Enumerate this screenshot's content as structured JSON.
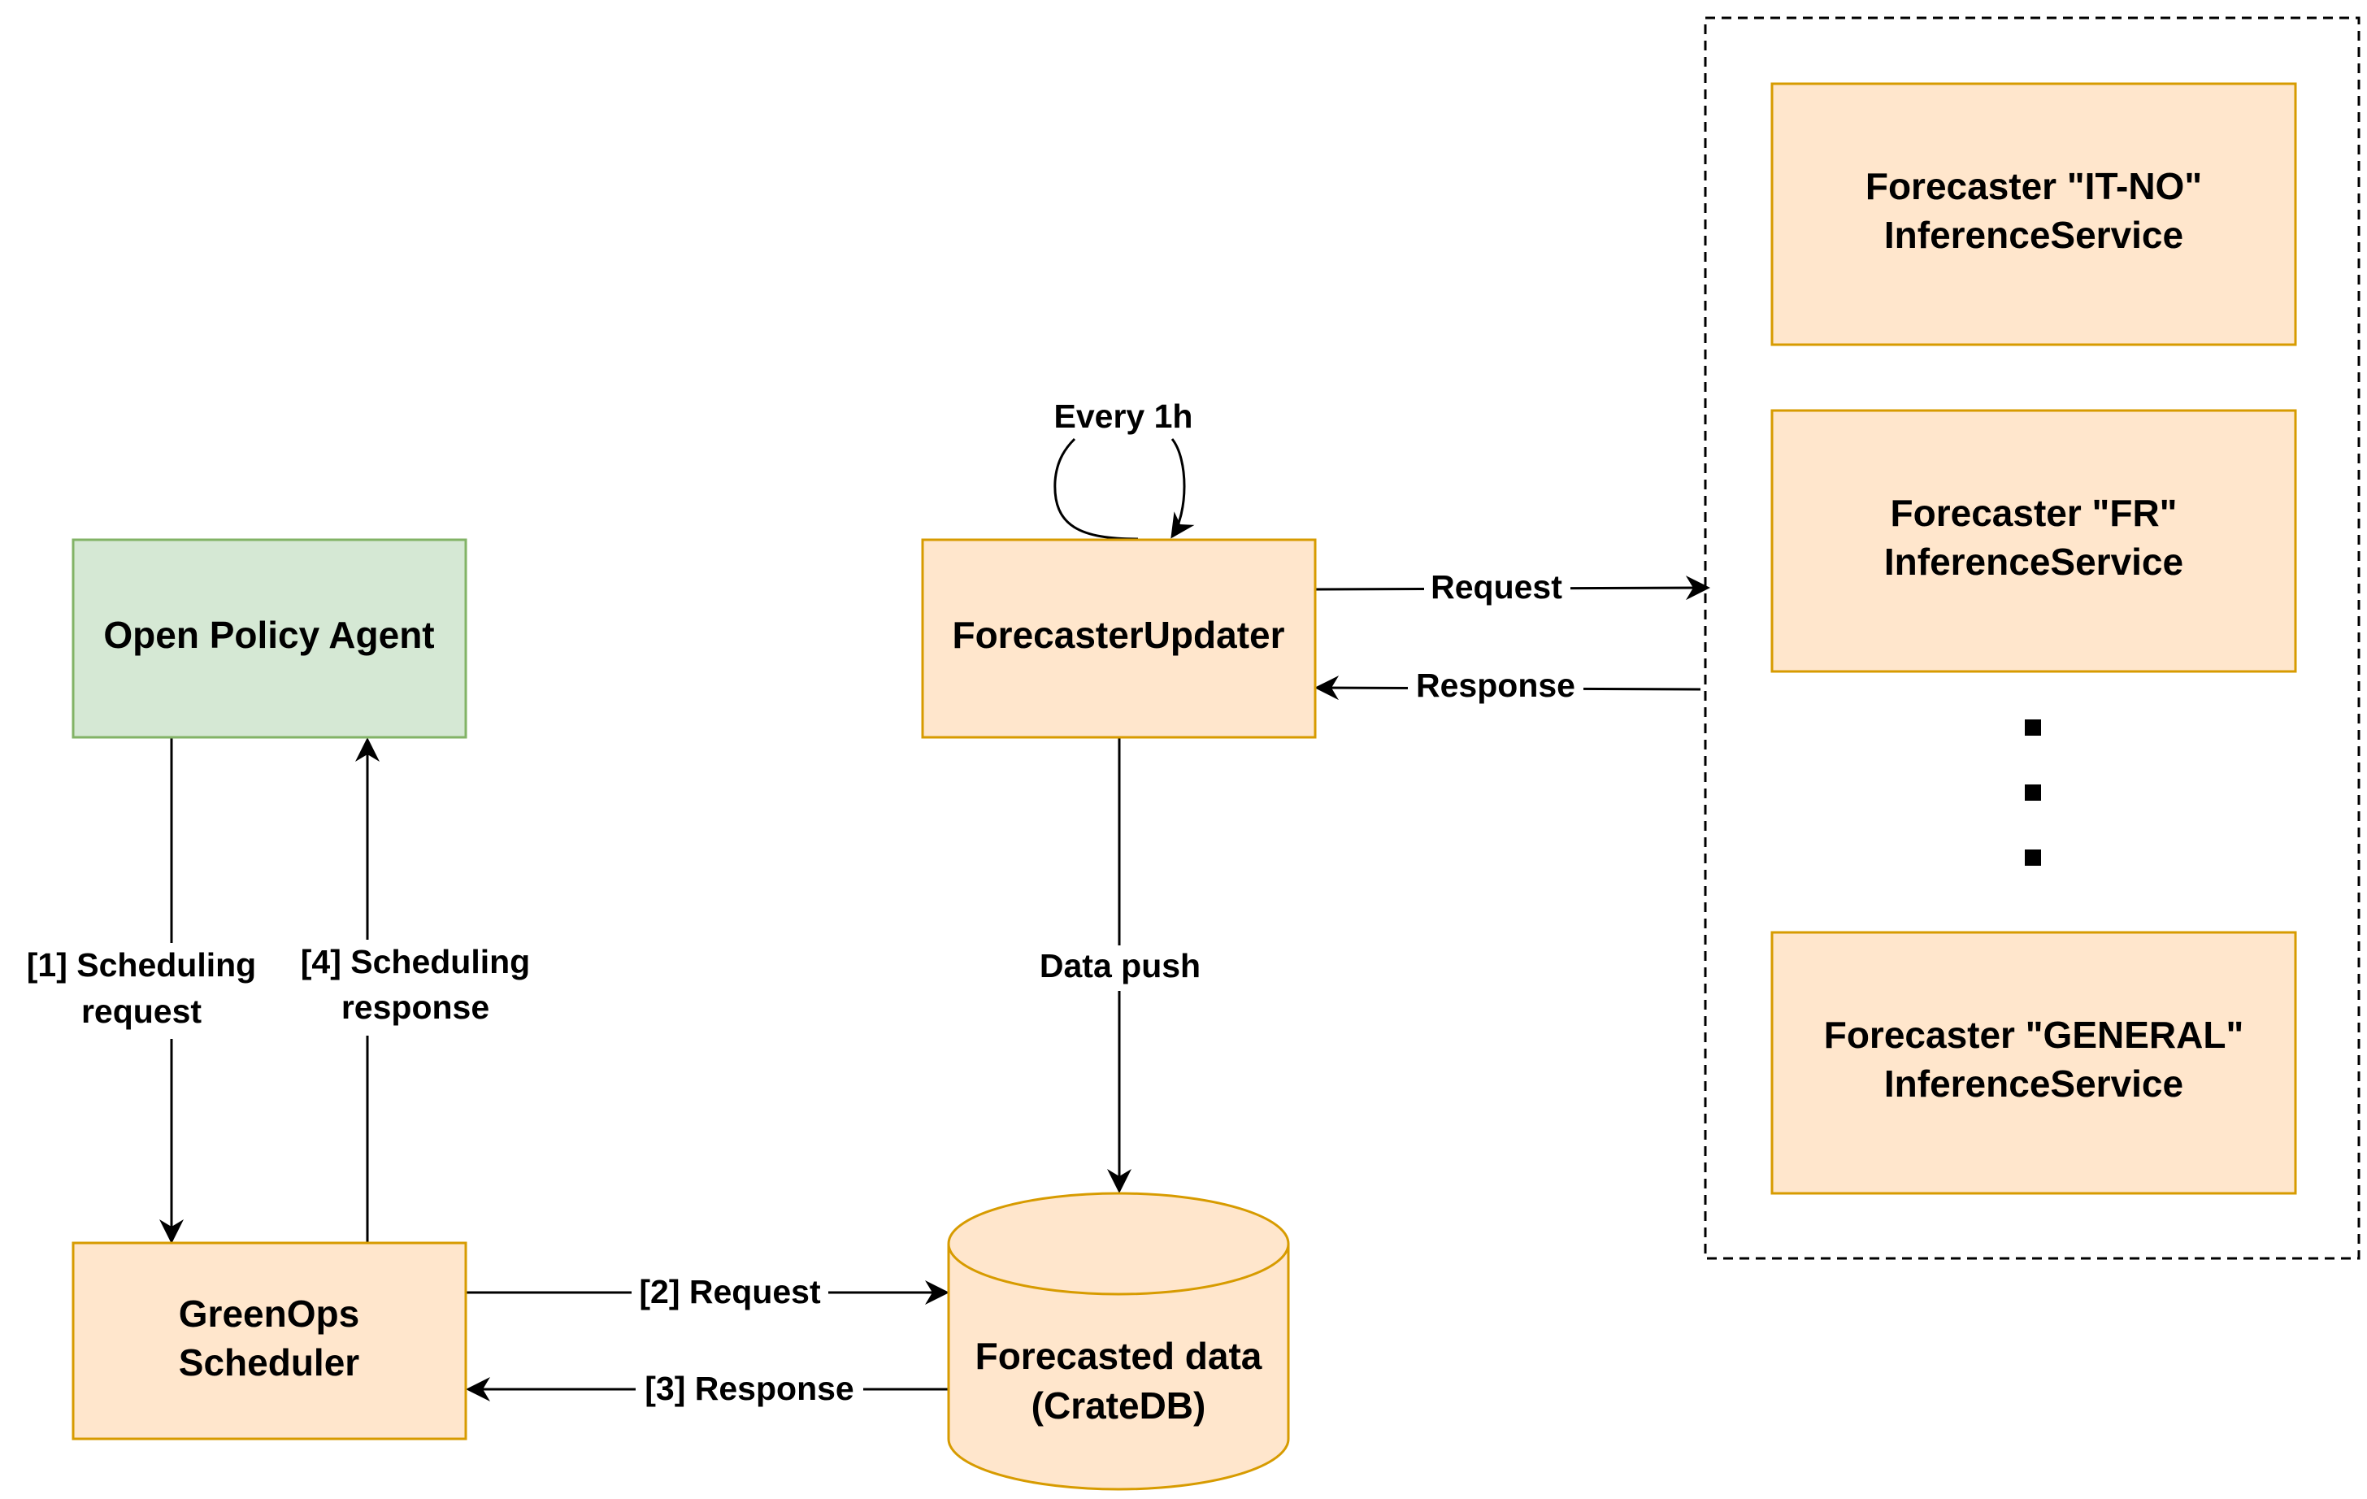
{
  "colors": {
    "opa_fill": "#d5e8d4",
    "opa_stroke": "#82b366",
    "node_fill": "#ffe6cc",
    "node_stroke": "#d79b00",
    "line": "#000000"
  },
  "nodes": {
    "opa": {
      "label": "Open Policy Agent"
    },
    "scheduler": {
      "label_1": "GreenOps",
      "label_2": "Scheduler"
    },
    "updater": {
      "label": "ForecasterUpdater"
    },
    "database": {
      "label_1": "Forecasted data",
      "label_2": "(CrateDB)"
    },
    "forecasters": [
      {
        "label_1": "Forecaster \"IT-NO\"",
        "label_2": "InferenceService"
      },
      {
        "label_1": "Forecaster \"FR\"",
        "label_2": "InferenceService"
      },
      {
        "label_1": "Forecaster \"GENERAL\"",
        "label_2": "InferenceService"
      }
    ]
  },
  "edges": {
    "scheduling_request": {
      "label_1": "[1] Scheduling",
      "label_2": "request"
    },
    "scheduling_response": {
      "label_1": "[4] Scheduling",
      "label_2": "response"
    },
    "db_request": {
      "label": "[2] Request"
    },
    "db_response": {
      "label": "[3] Response"
    },
    "data_push": {
      "label": "Data push"
    },
    "loop": {
      "label": "Every 1h"
    },
    "forecaster_request": {
      "label": "Request"
    },
    "forecaster_response": {
      "label": "Response"
    }
  }
}
